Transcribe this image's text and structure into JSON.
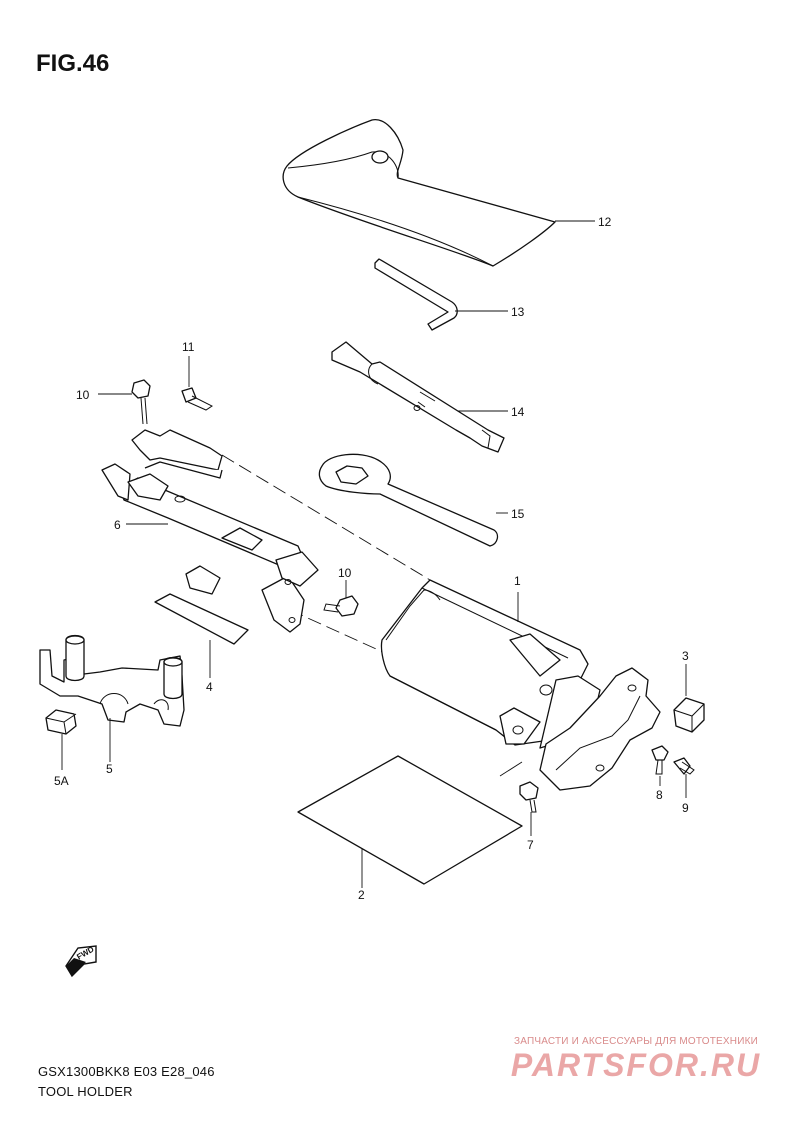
{
  "figure": {
    "title": "FIG.46",
    "model_code": "GSX1300BKK8 E03 E28_046",
    "caption": "TOOL HOLDER"
  },
  "direction_arrow": {
    "label": "FWD"
  },
  "callouts": [
    {
      "id": "c1",
      "label": "1"
    },
    {
      "id": "c2",
      "label": "2"
    },
    {
      "id": "c3",
      "label": "3"
    },
    {
      "id": "c4",
      "label": "4"
    },
    {
      "id": "c5",
      "label": "5"
    },
    {
      "id": "c5a",
      "label": "5A"
    },
    {
      "id": "c6",
      "label": "6"
    },
    {
      "id": "c7",
      "label": "7"
    },
    {
      "id": "c8",
      "label": "8"
    },
    {
      "id": "c9",
      "label": "9"
    },
    {
      "id": "c10a",
      "label": "10"
    },
    {
      "id": "c10b",
      "label": "10"
    },
    {
      "id": "c11",
      "label": "11"
    },
    {
      "id": "c12",
      "label": "12"
    },
    {
      "id": "c13",
      "label": "13"
    },
    {
      "id": "c14",
      "label": "14"
    },
    {
      "id": "c15",
      "label": "15"
    }
  ],
  "watermark": {
    "tagline": "ЗАПЧАСТИ И АКСЕССУАРЫ ДЛЯ МОТОТЕХНИКИ",
    "logo": "PARTSFOR.RU"
  }
}
